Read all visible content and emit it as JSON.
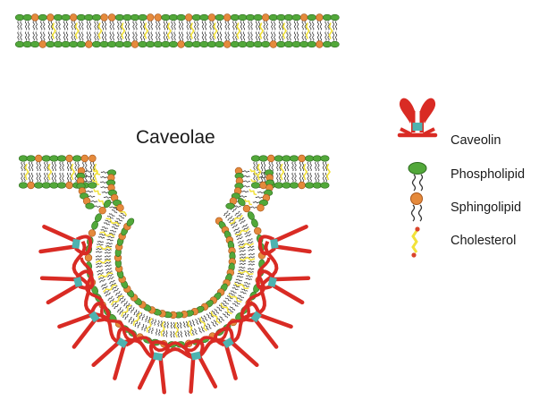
{
  "diagram": {
    "title": "Caveolae",
    "legend": [
      {
        "key": "caveolin",
        "label": "Caveolin",
        "icon": "caveolin-icon"
      },
      {
        "key": "phospholipid",
        "label": "Phospholipid",
        "icon": "phospholipid-icon"
      },
      {
        "key": "sphingolipid",
        "label": "Sphingolipid",
        "icon": "sphingolipid-icon"
      },
      {
        "key": "cholesterol",
        "label": "Cholesterol",
        "icon": "cholesterol-icon"
      }
    ]
  },
  "colors": {
    "phospholipid_head": "#52a83a",
    "phospholipid_head_stroke": "#2e6b1f",
    "sphingolipid_head": "#e58a3c",
    "sphingolipid_head_stroke": "#a8561a",
    "tail": "#333333",
    "cholesterol": "#f2e23a",
    "cholesterol_dot": "#d9452b",
    "caveolin": "#d92b24",
    "caveolin_core": "#4db3b0"
  }
}
